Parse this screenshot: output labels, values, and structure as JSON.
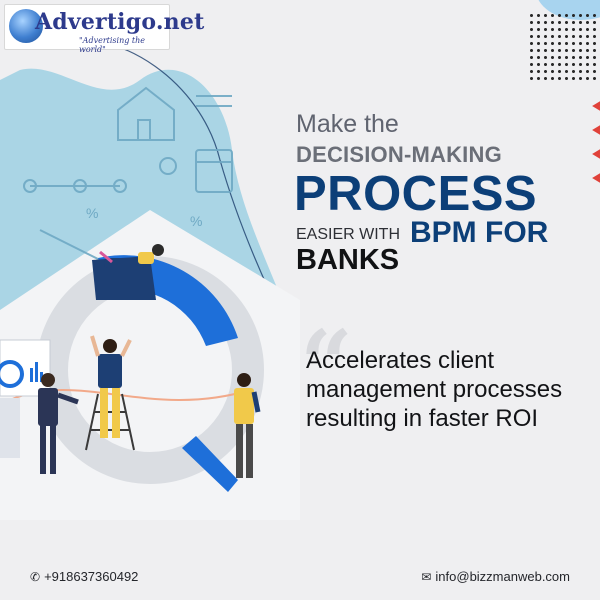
{
  "logo": {
    "name": "Advertigo.net",
    "tagline": "\"Advertising  the world\""
  },
  "headline": {
    "line1": "Make the",
    "line2": "DECISION-MAKING",
    "line3": "PROCESS",
    "line4_prefix": "EASIER WITH",
    "line4_emph": "BPM FOR",
    "line5": "BANKS"
  },
  "quote": {
    "mark": "“",
    "body": "Accelerates client management processes resulting in faster ROI"
  },
  "footer": {
    "phone_icon": "phone-icon",
    "phone": "+918637360492",
    "email_icon": "mail-icon",
    "email": "info@bizzmanweb.com"
  },
  "colors": {
    "background": "#efeff1",
    "blob": "#a9d6e8",
    "navy": "#0c3f78",
    "accent_red": "#e0413a",
    "blue": "#1e6fd9"
  }
}
